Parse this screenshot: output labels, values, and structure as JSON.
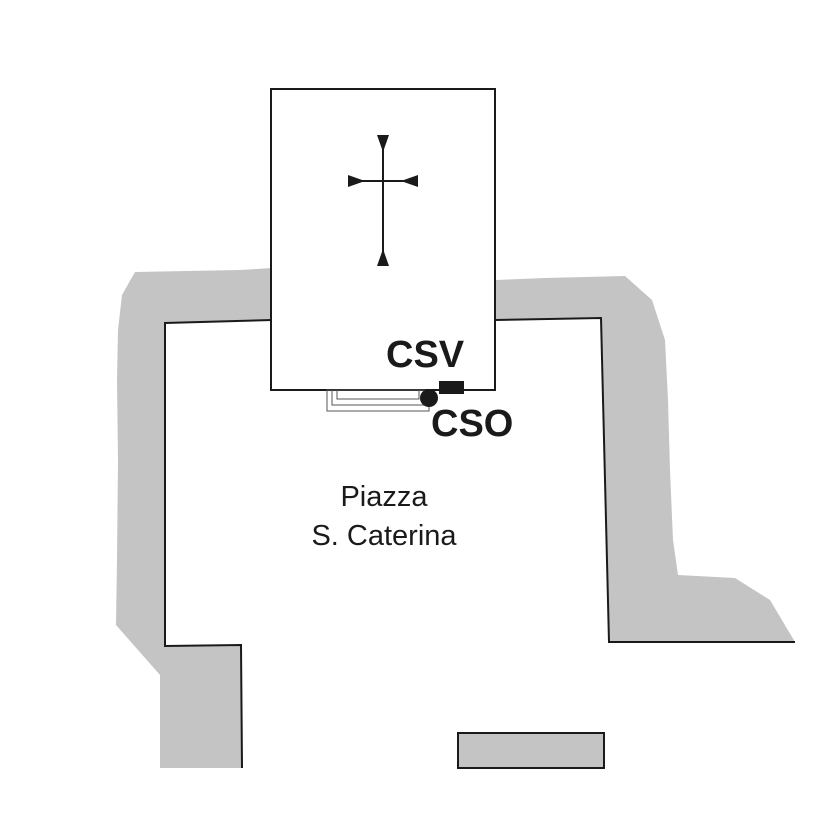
{
  "map": {
    "colors": {
      "background": "#ffffff",
      "buildings": "#c4c4c4",
      "outline": "#1a1a1a"
    },
    "markers": {
      "csv": {
        "label": "CSV",
        "symbol": "filled-rectangle"
      },
      "cso": {
        "label": "CSO",
        "symbol": "filled-circle"
      }
    },
    "square_name": {
      "line1": "Piazza",
      "line2": "S. Caterina"
    },
    "church_symbol": "cross-icon"
  }
}
